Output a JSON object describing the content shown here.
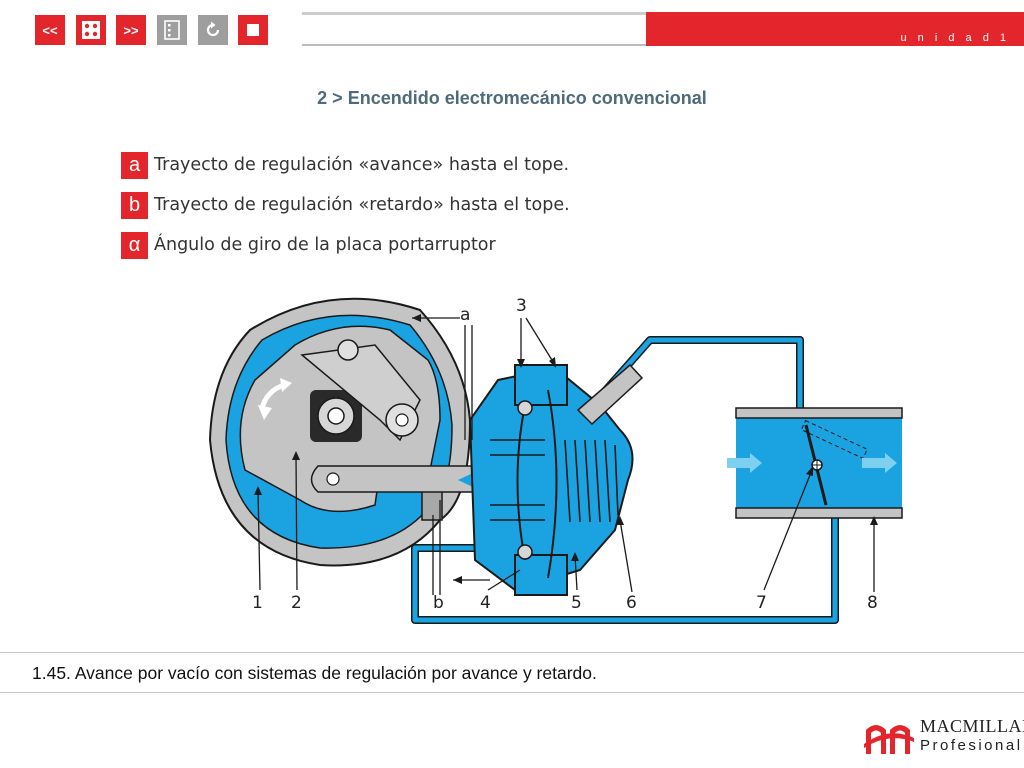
{
  "nav": {
    "prev_label": "<<",
    "next_label": ">>"
  },
  "header": {
    "unit_label": "u n i d a d  1",
    "title": "2 > Encendido electromecánico convencional"
  },
  "legend": {
    "items": [
      {
        "key": "a",
        "text": "Trayecto de regulación «avance» hasta el tope."
      },
      {
        "key": "b",
        "text": "Trayecto de regulación «retardo» hasta el tope."
      },
      {
        "key": "α",
        "text": "Ángulo de giro de la placa portarruptor"
      }
    ]
  },
  "diagram": {
    "labels": {
      "n1": "1",
      "n2": "2",
      "b": "b",
      "n4": "4",
      "n5": "5",
      "n6": "6",
      "n7": "7",
      "n8": "8",
      "a": "a",
      "n3": "3"
    },
    "colors": {
      "blue": "#1aa3e0",
      "gray": "#c4c4c4",
      "outline": "#1a1a1a"
    }
  },
  "caption": {
    "text": "1.45. Avance por vacío con sistemas de regulación por avance y retardo."
  },
  "logo": {
    "brand": "MACMILLAN",
    "sub": "Profesional"
  }
}
